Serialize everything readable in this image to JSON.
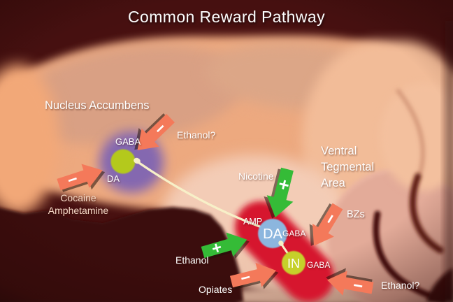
{
  "title": "Common Reward Pathway",
  "nucleus_accumbens": {
    "name": "Nucleus Accumbens",
    "gaba_label": "GABA",
    "da_label": "DA"
  },
  "vta": {
    "line1": "Ventral",
    "line2": "Tegmental",
    "line3": "Area",
    "amp_label": "AMP",
    "da_neuron_label": "DA",
    "da_gaba_label": "GABA",
    "in_neuron_label": "IN",
    "in_gaba_label": "GABA"
  },
  "drugs": {
    "ethanol_nacc": {
      "label": "Ethanol?",
      "sign": "−",
      "effect": "inhibitory"
    },
    "cocaine": {
      "line1": "Cocaine",
      "line2": "Amphetamine",
      "sign": "−",
      "effect": "inhibitory"
    },
    "nicotine": {
      "label": "Nicotine",
      "sign": "+",
      "effect": "excitatory"
    },
    "bzs": {
      "label": "BZs",
      "sign": "−",
      "effect": "inhibitory"
    },
    "ethanol_vta": {
      "label": "Ethanol",
      "sign": "+",
      "effect": "excitatory"
    },
    "opiates": {
      "label": "Opiates",
      "sign": "−",
      "effect": "inhibitory"
    },
    "ethanol_vta2": {
      "label": "Ethanol?",
      "sign": "−",
      "effect": "inhibitory"
    }
  },
  "colors": {
    "excite_green": "#35bb37",
    "inhibit_orange": "#f4795a",
    "nacc_region_purple": "#8468b0",
    "vta_region_red": "#d6182f",
    "da_neuron_blue": "#8cb6de",
    "nacc_neuron_green": "#b4c91e",
    "in_neuron_green": "#c6d02b",
    "projection_line": "#f7f0c8",
    "background_maroon": "#451010",
    "brain_salmon": "#eda97f"
  }
}
